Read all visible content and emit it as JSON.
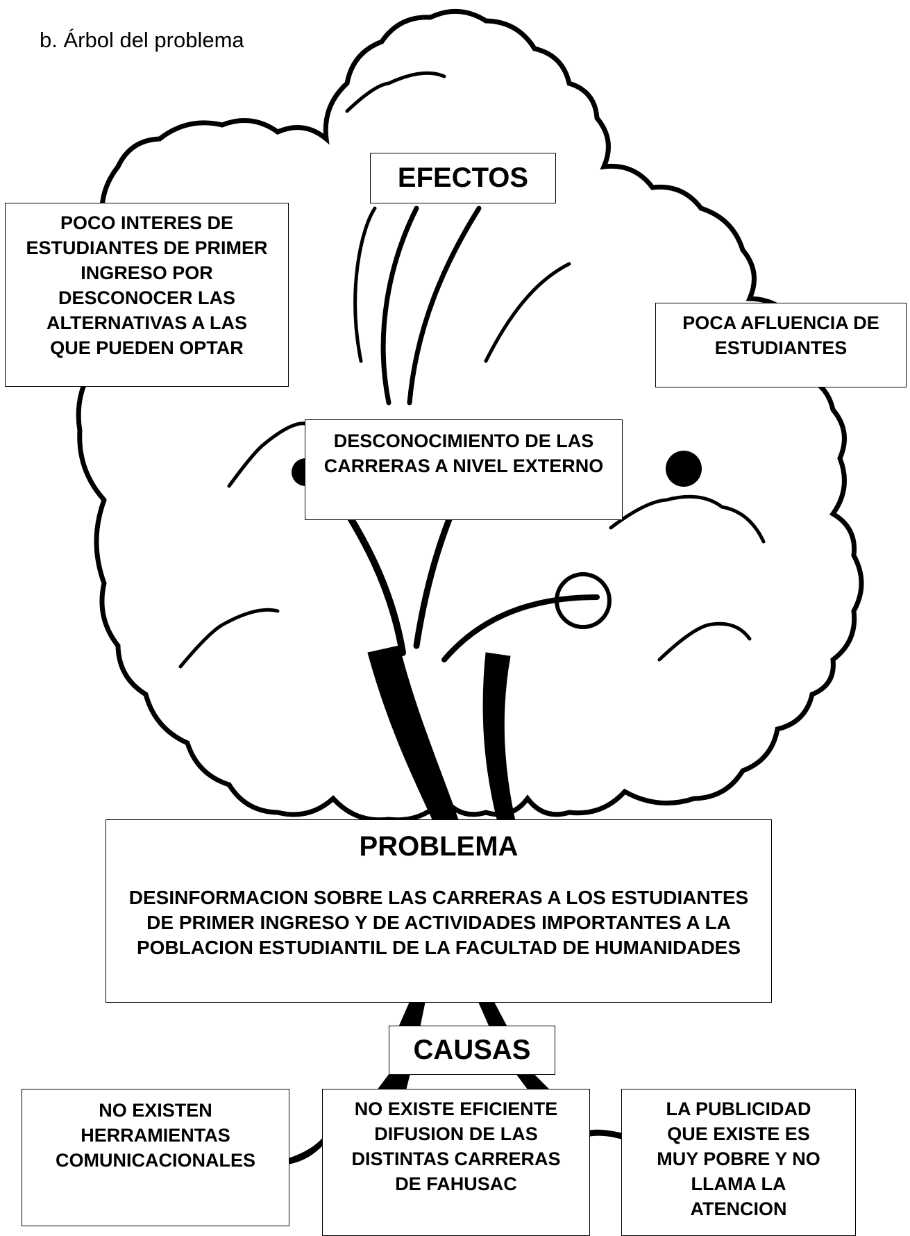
{
  "heading": "b. Árbol del problema",
  "labels": {
    "effects": "EFECTOS",
    "causes": "CAUSAS",
    "problem": "PROBLEMA"
  },
  "effects": [
    "POCO INTERES DE ESTUDIANTES DE PRIMER INGRESO POR DESCONOCER LAS ALTERNATIVAS A LAS QUE PUEDEN OPTAR",
    "POCA AFLUENCIA DE ESTUDIANTES",
    "DESCONOCIMIENTO DE LAS CARRERAS A NIVEL EXTERNO"
  ],
  "problem": "DESINFORMACION SOBRE LAS CARRERAS A LOS ESTUDIANTES DE PRIMER INGRESO Y DE ACTIVIDADES IMPORTANTES A LA POBLACION ESTUDIANTIL DE LA FACULTAD DE HUMANIDADES",
  "causes": [
    "NO EXISTEN HERRAMIENTAS COMUNICACIONALES",
    "NO EXISTE EFICIENTE DIFUSION DE LAS DISTINTAS CARRERAS DE FAHUSAC",
    "LA PUBLICIDAD QUE EXISTE ES MUY POBRE Y NO LLAMA LA ATENCION"
  ],
  "colors": {
    "ink": "#000000",
    "paper": "#ffffff"
  }
}
